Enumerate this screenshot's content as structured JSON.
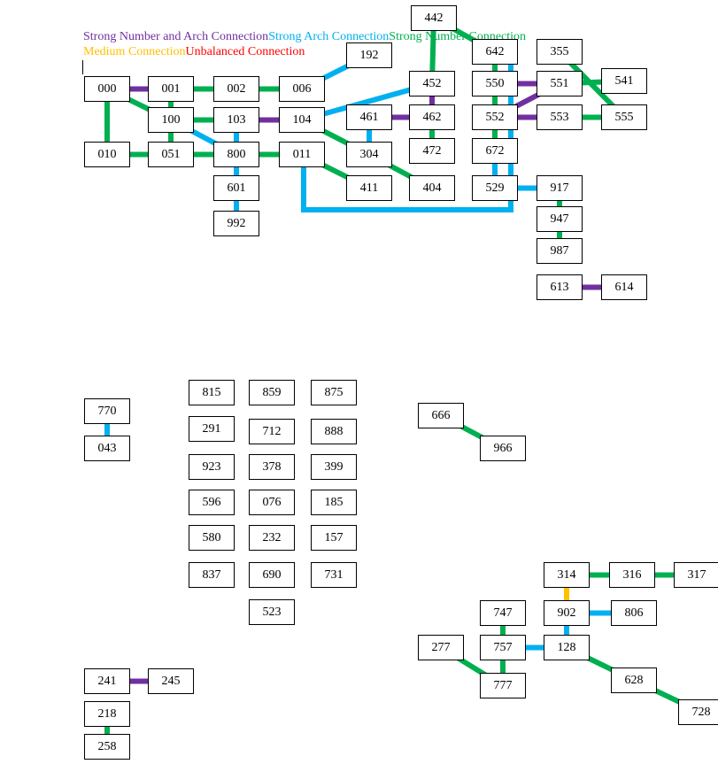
{
  "legend": {
    "strong_number_arch": "Strong Number and Arch Connection",
    "strong_arch": "Strong Arch Connection",
    "strong_number": "Strong Number Connection",
    "medium": "Medium Connection",
    "unbalanced": "Unbalanced Connection"
  },
  "colors": {
    "purple": "#7030a0",
    "blue": "#00b0f0",
    "green": "#00b050",
    "orange": "#ffc000",
    "red": "#ff0000"
  },
  "nodes": [
    {
      "id": "442",
      "label": "442"
    },
    {
      "id": "192",
      "label": "192"
    },
    {
      "id": "642",
      "label": "642"
    },
    {
      "id": "355",
      "label": "355"
    },
    {
      "id": "000",
      "label": "000"
    },
    {
      "id": "001",
      "label": "001"
    },
    {
      "id": "002",
      "label": "002"
    },
    {
      "id": "006",
      "label": "006"
    },
    {
      "id": "452",
      "label": "452"
    },
    {
      "id": "550",
      "label": "550"
    },
    {
      "id": "551",
      "label": "551"
    },
    {
      "id": "541",
      "label": "541"
    },
    {
      "id": "100",
      "label": "100"
    },
    {
      "id": "103",
      "label": "103"
    },
    {
      "id": "104",
      "label": "104"
    },
    {
      "id": "461",
      "label": "461"
    },
    {
      "id": "462",
      "label": "462"
    },
    {
      "id": "552",
      "label": "552"
    },
    {
      "id": "553",
      "label": "553"
    },
    {
      "id": "555",
      "label": "555"
    },
    {
      "id": "472",
      "label": "472"
    },
    {
      "id": "010",
      "label": "010"
    },
    {
      "id": "051",
      "label": "051"
    },
    {
      "id": "800",
      "label": "800"
    },
    {
      "id": "011",
      "label": "011"
    },
    {
      "id": "304",
      "label": "304"
    },
    {
      "id": "672",
      "label": "672"
    },
    {
      "id": "601",
      "label": "601"
    },
    {
      "id": "411",
      "label": "411"
    },
    {
      "id": "404",
      "label": "404"
    },
    {
      "id": "529",
      "label": "529"
    },
    {
      "id": "917",
      "label": "917"
    },
    {
      "id": "992",
      "label": "992"
    },
    {
      "id": "947",
      "label": "947"
    },
    {
      "id": "987",
      "label": "987"
    },
    {
      "id": "613",
      "label": "613"
    },
    {
      "id": "614",
      "label": "614"
    },
    {
      "id": "815",
      "label": "815"
    },
    {
      "id": "859",
      "label": "859"
    },
    {
      "id": "875",
      "label": "875"
    },
    {
      "id": "770",
      "label": "770"
    },
    {
      "id": "666",
      "label": "666"
    },
    {
      "id": "291",
      "label": "291"
    },
    {
      "id": "712",
      "label": "712"
    },
    {
      "id": "888",
      "label": "888"
    },
    {
      "id": "043",
      "label": "043"
    },
    {
      "id": "966",
      "label": "966"
    },
    {
      "id": "923",
      "label": "923"
    },
    {
      "id": "378",
      "label": "378"
    },
    {
      "id": "399",
      "label": "399"
    },
    {
      "id": "596",
      "label": "596"
    },
    {
      "id": "076",
      "label": "076"
    },
    {
      "id": "185",
      "label": "185"
    },
    {
      "id": "580",
      "label": "580"
    },
    {
      "id": "232",
      "label": "232"
    },
    {
      "id": "157",
      "label": "157"
    },
    {
      "id": "837",
      "label": "837"
    },
    {
      "id": "690",
      "label": "690"
    },
    {
      "id": "731",
      "label": "731"
    },
    {
      "id": "314",
      "label": "314"
    },
    {
      "id": "316",
      "label": "316"
    },
    {
      "id": "317",
      "label": "317"
    },
    {
      "id": "523",
      "label": "523"
    },
    {
      "id": "747",
      "label": "747"
    },
    {
      "id": "902",
      "label": "902"
    },
    {
      "id": "806",
      "label": "806"
    },
    {
      "id": "277",
      "label": "277"
    },
    {
      "id": "757",
      "label": "757"
    },
    {
      "id": "128",
      "label": "128"
    },
    {
      "id": "628",
      "label": "628"
    },
    {
      "id": "777",
      "label": "777"
    },
    {
      "id": "728",
      "label": "728"
    },
    {
      "id": "241",
      "label": "241"
    },
    {
      "id": "245",
      "label": "245"
    },
    {
      "id": "218",
      "label": "218"
    },
    {
      "id": "258",
      "label": "258"
    }
  ],
  "edges": [
    {
      "from": "000",
      "to": "001",
      "type": "purple"
    },
    {
      "from": "103",
      "to": "104",
      "type": "purple"
    },
    {
      "from": "461",
      "to": "462",
      "type": "purple"
    },
    {
      "from": "452",
      "to": "462",
      "type": "purple"
    },
    {
      "from": "550",
      "to": "551",
      "type": "purple"
    },
    {
      "from": "552",
      "to": "551",
      "type": "purple"
    },
    {
      "from": "552",
      "to": "553",
      "type": "purple"
    },
    {
      "from": "613",
      "to": "614",
      "type": "purple"
    },
    {
      "from": "241",
      "to": "245",
      "type": "purple"
    },
    {
      "from": "006",
      "to": "192",
      "type": "blue"
    },
    {
      "from": "104",
      "to": "452",
      "type": "blue"
    },
    {
      "from": "461",
      "to": "304",
      "type": "blue"
    },
    {
      "from": "100",
      "to": "800",
      "type": "blue"
    },
    {
      "from": "103",
      "to": "601",
      "type": "blue"
    },
    {
      "from": "601",
      "to": "992",
      "type": "blue"
    },
    {
      "from": "011",
      "to": "642",
      "type": "blue",
      "route": "u-bottom"
    },
    {
      "from": "672",
      "to": "529",
      "type": "blue"
    },
    {
      "from": "529",
      "to": "917",
      "type": "blue"
    },
    {
      "from": "770",
      "to": "043",
      "type": "blue"
    },
    {
      "from": "902",
      "to": "806",
      "type": "blue"
    },
    {
      "from": "902",
      "to": "128",
      "type": "blue"
    },
    {
      "from": "757",
      "to": "128",
      "type": "blue"
    },
    {
      "from": "001",
      "to": "002",
      "type": "green"
    },
    {
      "from": "002",
      "to": "006",
      "type": "green"
    },
    {
      "from": "000",
      "to": "010",
      "type": "green"
    },
    {
      "from": "000",
      "to": "100",
      "type": "green"
    },
    {
      "from": "001",
      "to": "051",
      "type": "green"
    },
    {
      "from": "100",
      "to": "103",
      "type": "green"
    },
    {
      "from": "010",
      "to": "011",
      "type": "green"
    },
    {
      "from": "104",
      "to": "304",
      "type": "green"
    },
    {
      "from": "011",
      "to": "411",
      "type": "green"
    },
    {
      "from": "304",
      "to": "404",
      "type": "green"
    },
    {
      "from": "442",
      "to": "452",
      "type": "green"
    },
    {
      "from": "462",
      "to": "472",
      "type": "green"
    },
    {
      "from": "442",
      "to": "642",
      "type": "green"
    },
    {
      "from": "550",
      "to": "672",
      "type": "green"
    },
    {
      "from": "642",
      "to": "552",
      "type": "green"
    },
    {
      "from": "355",
      "to": "555",
      "type": "green"
    },
    {
      "from": "551",
      "to": "541",
      "type": "green"
    },
    {
      "from": "553",
      "to": "555",
      "type": "green"
    },
    {
      "from": "917",
      "to": "947",
      "type": "green"
    },
    {
      "from": "947",
      "to": "987",
      "type": "green"
    },
    {
      "from": "666",
      "to": "966",
      "type": "green"
    },
    {
      "from": "314",
      "to": "316",
      "type": "green"
    },
    {
      "from": "316",
      "to": "317",
      "type": "green"
    },
    {
      "from": "747",
      "to": "757",
      "type": "green"
    },
    {
      "from": "757",
      "to": "777",
      "type": "green"
    },
    {
      "from": "277",
      "to": "777",
      "type": "green"
    },
    {
      "from": "128",
      "to": "628",
      "type": "green"
    },
    {
      "from": "628",
      "to": "728",
      "type": "green"
    },
    {
      "from": "218",
      "to": "258",
      "type": "green"
    },
    {
      "from": "314",
      "to": "902",
      "type": "orange"
    }
  ]
}
